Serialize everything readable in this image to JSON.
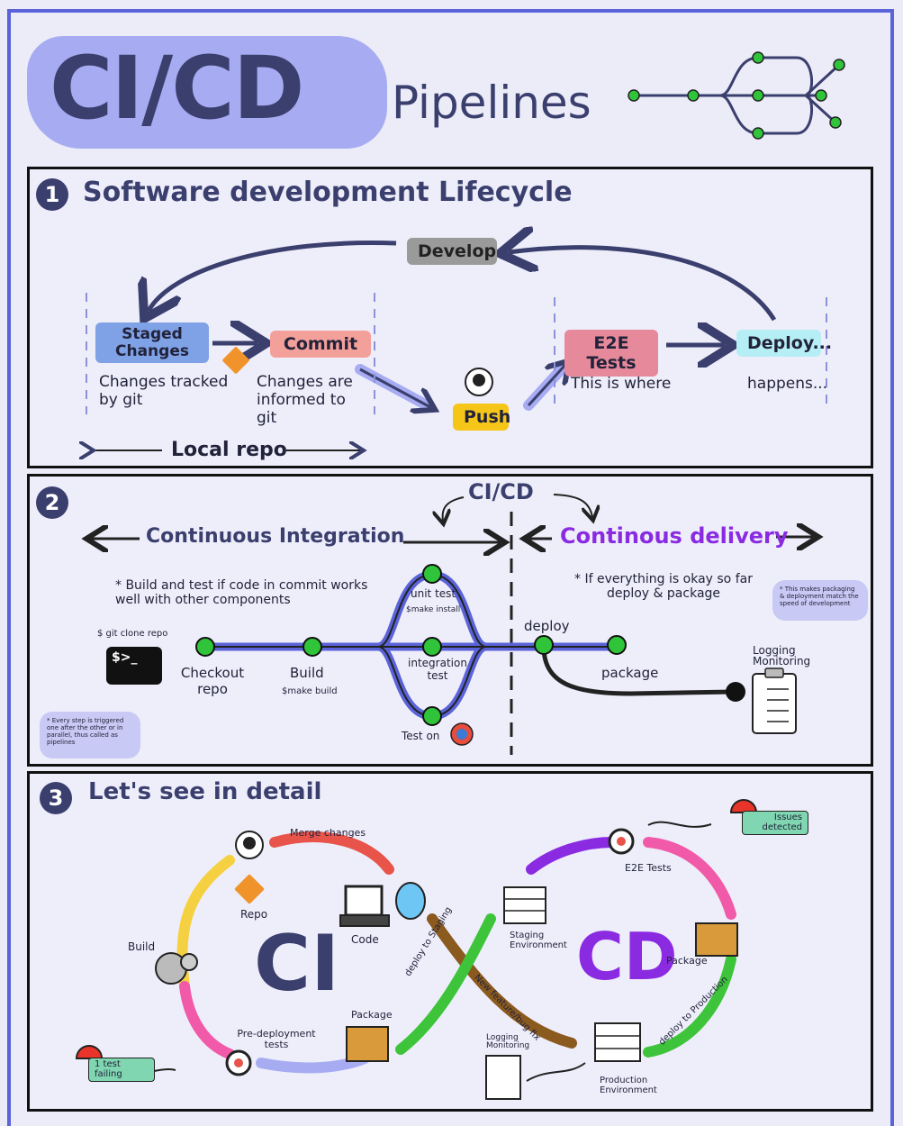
{
  "header": {
    "title": "CI/CD",
    "subtitle": "Pipelines"
  },
  "section1": {
    "number": "1",
    "title": "Software development Lifecycle",
    "develop": "Develop",
    "staged": "Staged Changes",
    "commit": "Commit",
    "e2e": "E2E Tests",
    "deploy": "Deploy...",
    "push": "Push",
    "staged_note": "Changes tracked by git",
    "commit_note": "Changes are informed to git",
    "e2e_note": "This is where",
    "deploy_note": "happens...",
    "local_repo": "Local repo"
  },
  "section2": {
    "number": "2",
    "cicd": "CI/CD",
    "ci_label": "Continuous Integration",
    "cd_label": "Continous delivery",
    "ci_desc": "* Build and test if code in commit works well with other components",
    "cd_desc": "* If everything is okay so far deploy & package",
    "git_clone": "$ git clone repo",
    "terminal": "$>_",
    "checkout": "Checkout repo",
    "build": "Build",
    "make_build": "$make build",
    "unit_test": "unit test",
    "make_install": "$make install",
    "integration": "integration test",
    "test_on": "Test on",
    "deploy": "deploy",
    "package": "package",
    "logging": "Logging Monitoring",
    "note_left": "* Every step is triggered one after the other or in parallel, thus called as pipelines",
    "note_right": "* This makes packaging & deployment match the speed of development"
  },
  "section3": {
    "number": "3",
    "title": "Let's see in detail",
    "merge": "Merge changes",
    "repo": "Repo",
    "code": "Code",
    "build": "Build",
    "ci": "CI",
    "cd": "CD",
    "pre_deploy": "Pre-deployment tests",
    "package_left": "Package",
    "failing": "1 test failing",
    "deploy_staging": "deploy to Staging",
    "new_feature": "New feature/bug fix",
    "staging_env": "Staging Environment",
    "e2e": "E2E Tests",
    "issues": "Issues detected",
    "package_right": "Package",
    "deploy_prod": "deploy to Production",
    "prod_env": "Production Environment",
    "logging": "Logging Monitoring"
  },
  "colors": {
    "accent": "#5a63d8",
    "navy": "#3b3f6e",
    "purple": "#8a2be2",
    "green": "#2fc43a"
  }
}
